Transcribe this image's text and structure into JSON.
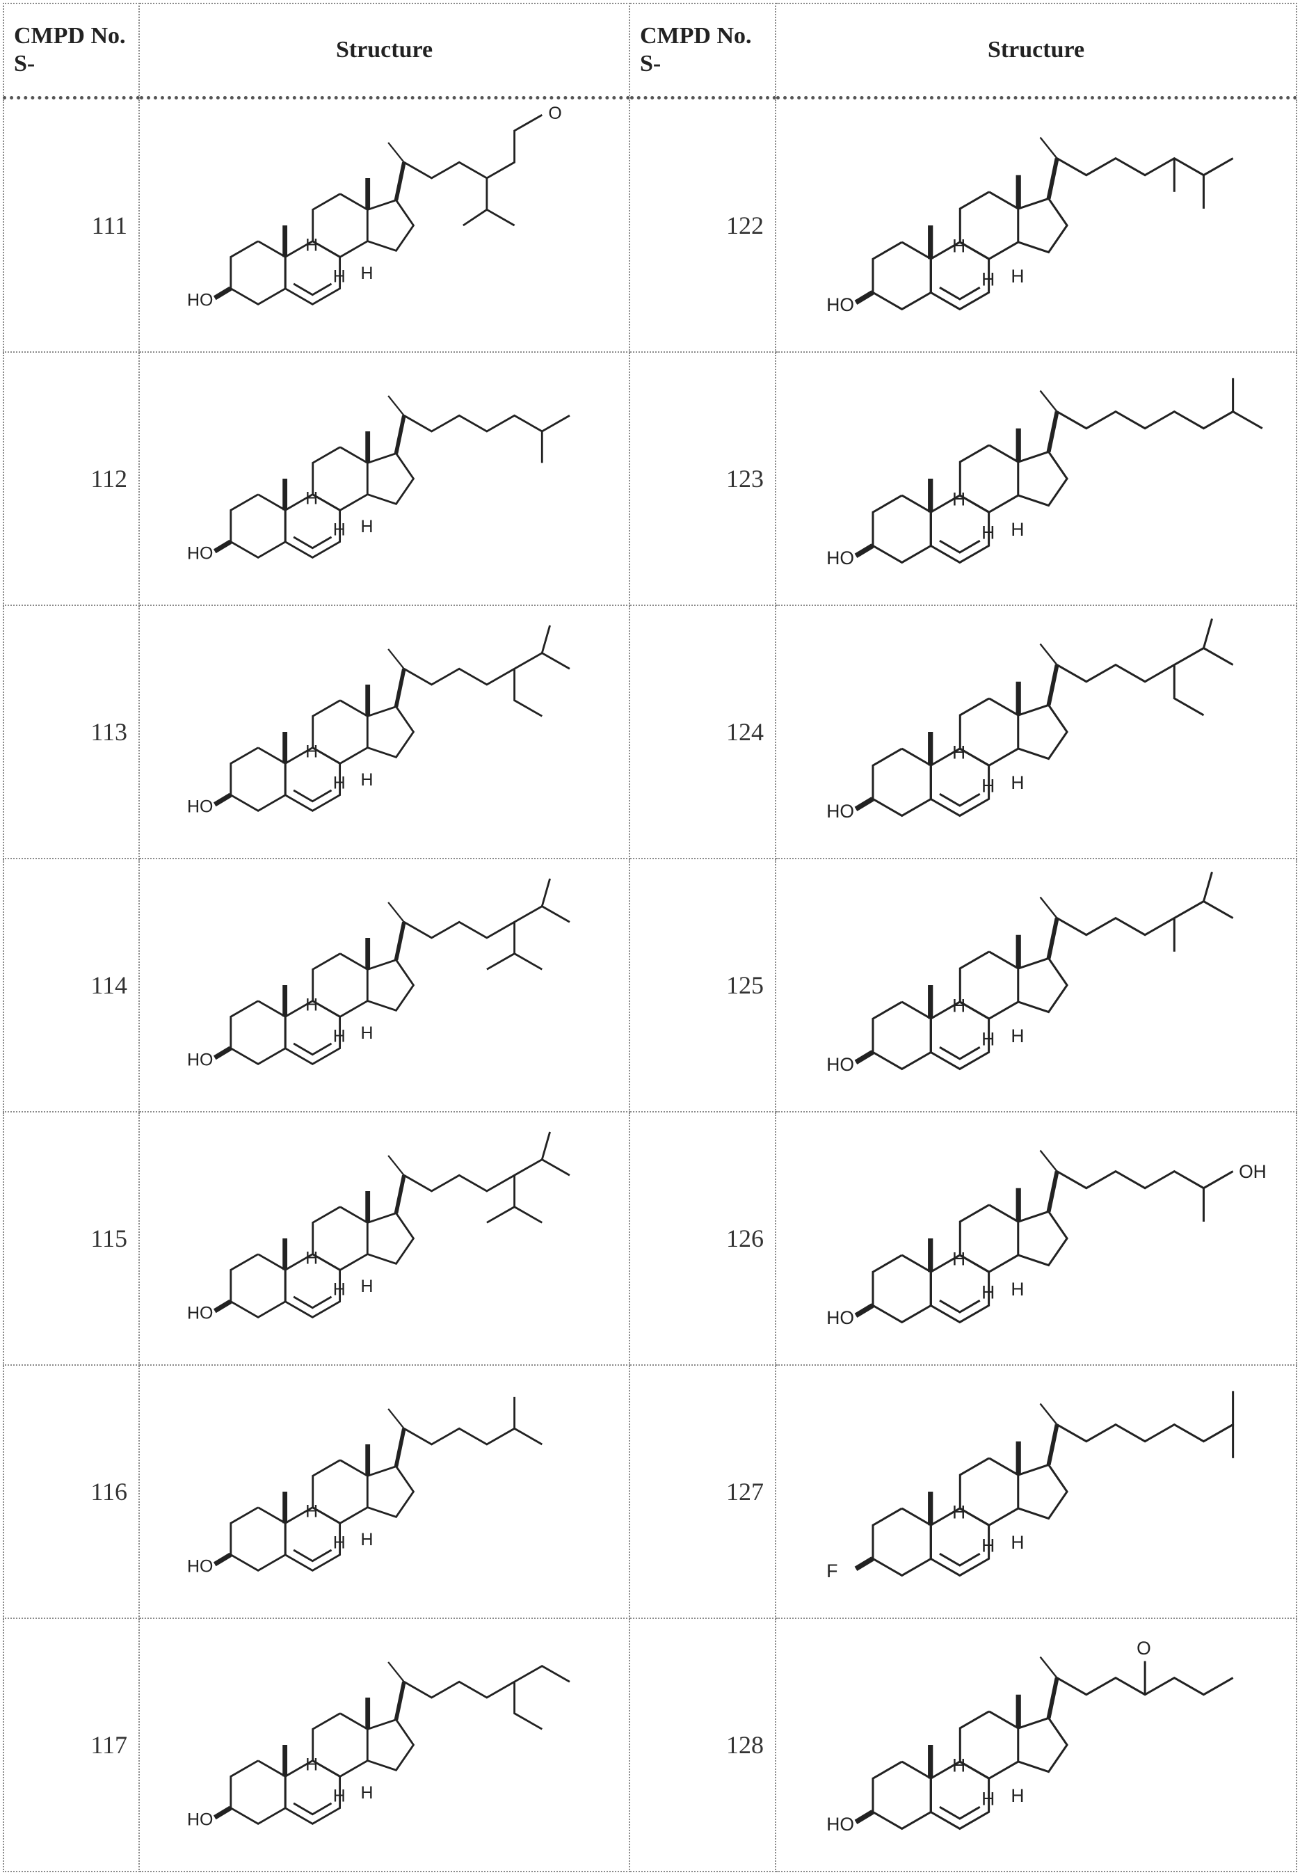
{
  "header": {
    "num_label": "CMPD No. S-",
    "structure_label": "Structure"
  },
  "rows": [
    {
      "left": {
        "id": "111",
        "sub": "HO",
        "extra": "O"
      },
      "right": {
        "id": "122",
        "sub": "HO",
        "extra": ""
      }
    },
    {
      "left": {
        "id": "112",
        "sub": "HO",
        "extra": ""
      },
      "right": {
        "id": "123",
        "sub": "HO",
        "extra": ""
      }
    },
    {
      "left": {
        "id": "113",
        "sub": "HO",
        "extra": ""
      },
      "right": {
        "id": "124",
        "sub": "HO",
        "extra": ""
      }
    },
    {
      "left": {
        "id": "114",
        "sub": "HO",
        "extra": ""
      },
      "right": {
        "id": "125",
        "sub": "HO",
        "extra": ""
      }
    },
    {
      "left": {
        "id": "115",
        "sub": "HO",
        "extra": ""
      },
      "right": {
        "id": "126",
        "sub": "HO",
        "extra": "OH"
      }
    },
    {
      "left": {
        "id": "116",
        "sub": "HO",
        "extra": ""
      },
      "right": {
        "id": "127",
        "sub": "F",
        "extra": ""
      }
    },
    {
      "left": {
        "id": "117",
        "sub": "HO",
        "extra": ""
      },
      "right": {
        "id": "128",
        "sub": "HO",
        "extra": "O"
      }
    }
  ],
  "h_label": "H"
}
